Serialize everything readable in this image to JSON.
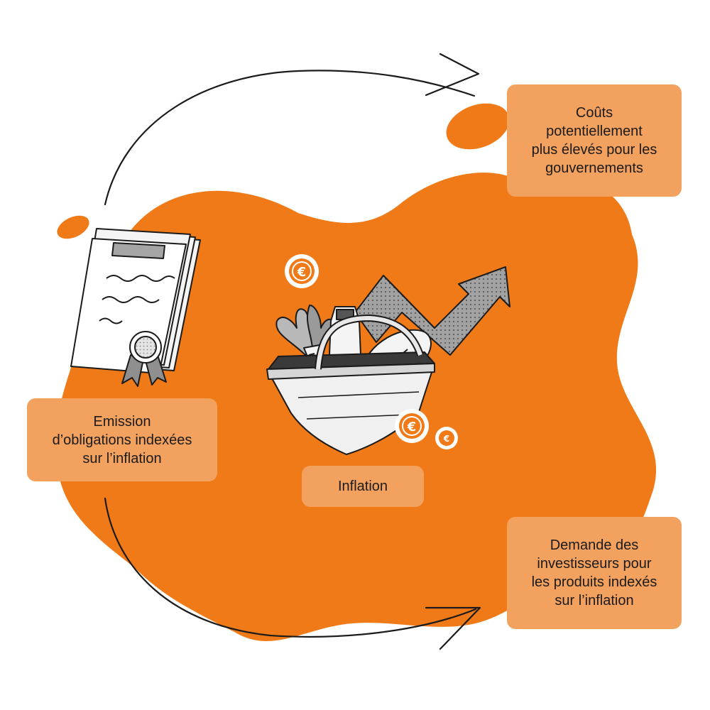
{
  "colors": {
    "blob": "#f07a17",
    "box": "#f3a15e",
    "line": "#1b1b1b",
    "illustration_fill": "#f4f4f4",
    "arrow_fill": "#9c9c9c"
  },
  "nodes": {
    "bonds": {
      "label": "Emission d’obligations indexées sur l’inflation",
      "lines": [
        "Emission",
        "d’obligations indexées",
        "sur l’inflation"
      ]
    },
    "inflation": {
      "label": "Inflation"
    },
    "costs": {
      "label": "Coûts potentiellement plus élevés pour les gouvernements",
      "lines": [
        "Coûts",
        "potentiellement",
        "plus élevés pour les",
        "gouvernements"
      ]
    },
    "demand": {
      "label": "Demande des investisseurs pour les produits indexés sur l’inflation",
      "lines": [
        "Demande des",
        "investisseurs pour",
        "les produits indexés",
        "sur l’inflation"
      ]
    }
  },
  "edges": [
    {
      "from": "bonds",
      "to": "costs"
    },
    {
      "from": "bonds",
      "to": "demand"
    }
  ],
  "illustrations": {
    "document": "certificate-document-icon",
    "basket": "grocery-basket-icon",
    "trend": "upward-trend-arrow-icon",
    "coins": "euro-coin-icon"
  }
}
